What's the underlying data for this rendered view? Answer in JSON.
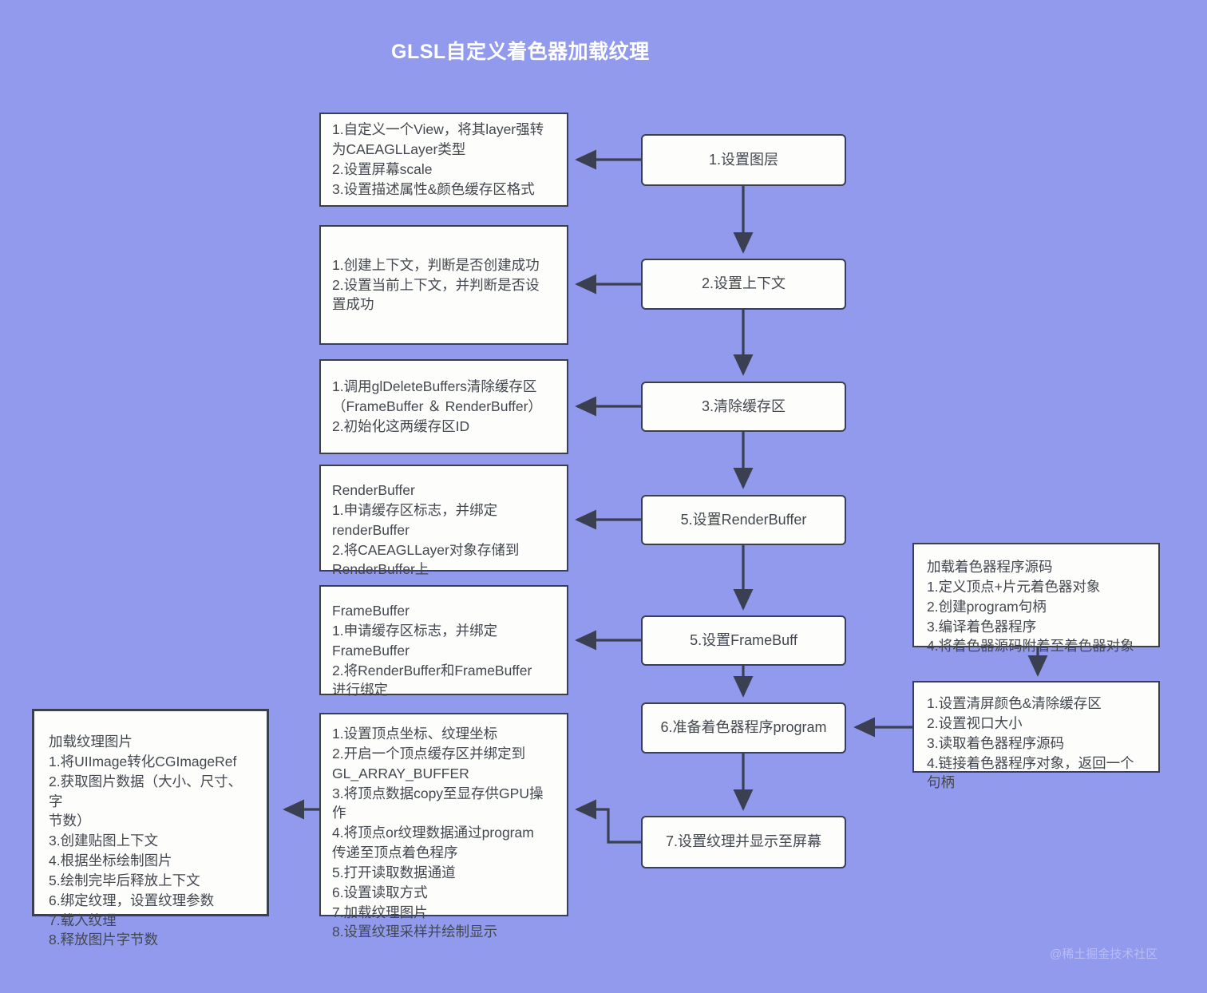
{
  "title": "GLSL自定义着色器加载纹理",
  "background_color": "#929aee",
  "node_fill": "#fdfdfb",
  "node_border": "#3b3f52",
  "watermark": "@稀土掘金技术社区",
  "nodes": {
    "step1": "1.设置图层",
    "step2": "2.设置上下文",
    "step3": "3.清除缓存区",
    "step5a": "5.设置RenderBuffer",
    "step5b": "5.设置FrameBuff",
    "step6": "6.准备着色器程序program",
    "step7": "7.设置纹理并显示至屏幕",
    "detail1": "1.自定义一个View，将其layer强转\n为CAEAGLLayer类型\n2.设置屏幕scale\n3.设置描述属性&颜色缓存区格式",
    "detail2": "1.创建上下文，判断是否创建成功\n2.设置当前上下文，并判断是否设\n置成功",
    "detail3": "1.调用glDeleteBuffers清除缓存区\n（FrameBuffer ＆ RenderBuffer）\n2.初始化这两缓存区ID",
    "detail5a": "RenderBuffer\n1.申请缓存区标志，并绑定\nrenderBuffer\n2.将CAEAGLLayer对象存储到\nRenderBuffer上",
    "detail5b": "FrameBuffer\n1.申请缓存区标志，并绑定\nFrameBuffer\n2.将RenderBuffer和FrameBuffer\n进行绑定",
    "detail7": "1.设置顶点坐标、纹理坐标\n2.开启一个顶点缓存区并绑定到\nGL_ARRAY_BUFFER\n3.将顶点数据copy至显存供GPU操\n作\n4.将顶点or纹理数据通过program\n传递至顶点着色程序\n5.打开读取数据通道\n6.设置读取方式\n7.加载纹理图片\n8.设置纹理采样并绘制显示",
    "detail_texture": "加载纹理图片\n1.将UIImage转化CGImageRef\n2.获取图片数据（大小、尺寸、字\n节数）\n3.创建贴图上下文\n4.根据坐标绘制图片\n5.绘制完毕后释放上下文\n6.绑定纹理，设置纹理参数\n7.载入纹理\n8.释放图片字节数",
    "detail_shader_src": "加载着色器程序源码\n1.定义顶点+片元着色器对象\n2.创建program句柄\n3.编译着色器程序\n4.将着色器源码附着至着色器对象",
    "detail_shader_prog": "1.设置清屏颜色&清除缓存区\n2.设置视口大小\n3.读取着色器程序源码\n4.链接着色器程序对象，返回一个\n句柄"
  }
}
